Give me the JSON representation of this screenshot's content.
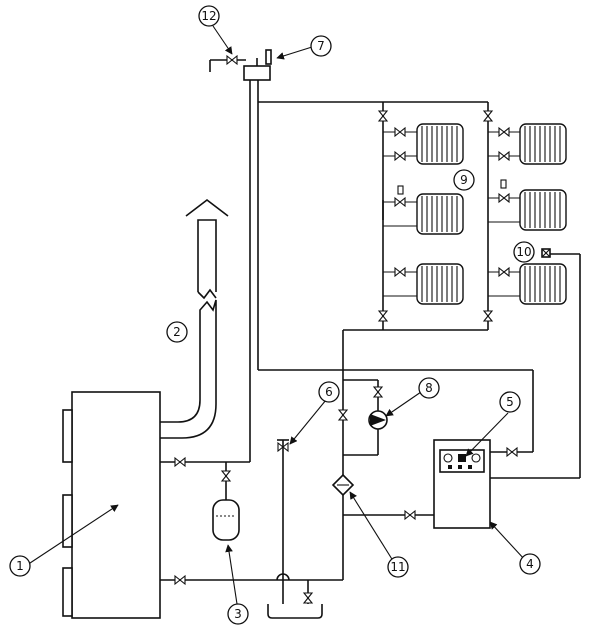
{
  "callouts": {
    "c1": "1",
    "c2": "2",
    "c3": "3",
    "c4": "4",
    "c5": "5",
    "c6": "6",
    "c7": "7",
    "c8": "8",
    "c9": "9",
    "c10": "10",
    "c11": "11",
    "c12": "12"
  },
  "colors": {
    "line": "#111111",
    "background": "#ffffff"
  },
  "icons": [
    "boiler",
    "chimney-flue",
    "expansion-tank",
    "control-unit",
    "control-panel",
    "valve",
    "air-vent",
    "circulation-pump",
    "radiator",
    "sensor",
    "filter",
    "air-release-valve"
  ]
}
